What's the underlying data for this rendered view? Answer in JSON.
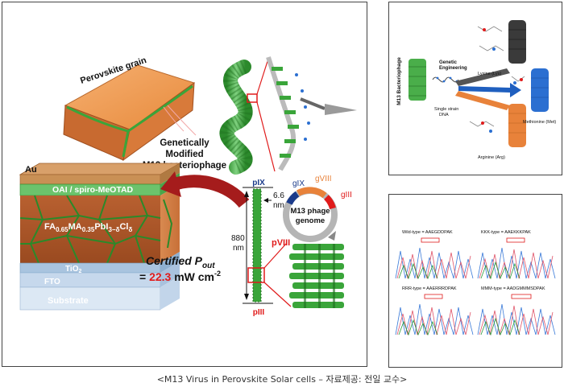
{
  "main": {
    "perovskite_grain": "Perovskite grain",
    "gm_line1": "Genetically",
    "gm_line2": "Modified",
    "gm_line3": "M13 bacteriophage",
    "layer_au": "Au",
    "layer_oai": "OAI / spiro-MeOTAD",
    "layer_fa": "FA",
    "layer_fa_sub": "0.65",
    "layer_ma": "MA",
    "layer_ma_sub": "0.35",
    "layer_pbi": "PbI",
    "layer_pbi_sub": "3−δ",
    "layer_cl": "Cl",
    "layer_cl_sub": "δ",
    "layer_tio2": "TiO",
    "layer_tio2_sub": "2",
    "layer_fto": "FTO",
    "layer_substrate": "Substrate",
    "certified_word": "Certified P",
    "certified_sub": "out",
    "eq": "= ",
    "value": "22.3",
    "unit": " mW cm",
    "unit_sup": "-2",
    "pix": "pIX",
    "dim_66": "6.6",
    "dim_nm1": "nm",
    "dim_880": "880",
    "dim_nm2": "nm",
    "pviii": "pVIII",
    "piii": "pIII",
    "gix": "gIX",
    "gviii": "gVIII",
    "giii": "gIII",
    "genome1": "M13 phage",
    "genome2": "genome"
  },
  "side_top": {
    "m13_label": "M13 Bacteriophage",
    "genetic1": "Genetic",
    "genetic2": "Engineering",
    "ssdna1": "Single strain",
    "ssdna2": "DNA",
    "lysine": "Lysine (Lys)",
    "methionine": "Methionine (Met)",
    "arginine": "Arginine (Arg)"
  },
  "side_bottom": {
    "wild": "Wild-type = AAEGDDPAK",
    "kkk": "KKK-type = AAEKKKPAK",
    "rrr": "RRR-type = AAERRRDPAK",
    "mmm": "MMM-type = AADGMMMSDPAK"
  },
  "caption": "<M13 Virus in Perovskite Solar cells – 자료제공: 전일 교수>",
  "colors": {
    "green": "#3aa53a",
    "orange": "#e8823a",
    "red": "#e01b1b",
    "navy": "#1a3a8a",
    "blue": "#1f5fbf"
  }
}
